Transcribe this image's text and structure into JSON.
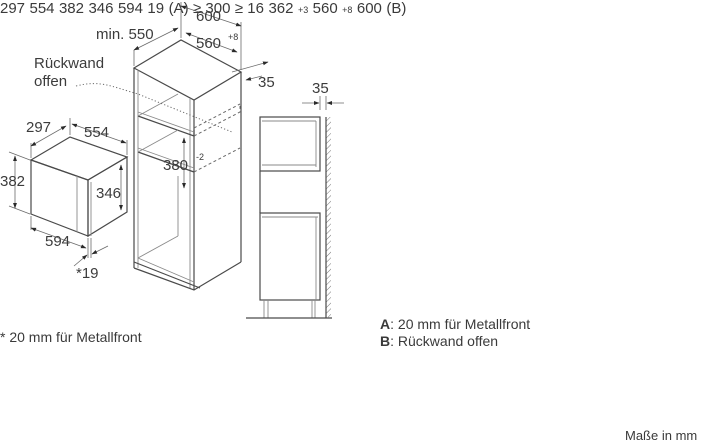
{
  "title": "Einbaumaße Mikrowelle",
  "left_diagram": {
    "cabinet_labels": {
      "top_width": "600",
      "min_depth": "min. 550",
      "niche_width": "560",
      "niche_width_tol": "+8",
      "back_gap": "35",
      "niche_height": "380",
      "niche_height_tol": "-2",
      "back_open_label_line1": "Rückwand",
      "back_open_label_line2": "offen"
    },
    "appliance_labels": {
      "depth": "297",
      "width_top": "554",
      "height": "382",
      "inner_height": "346",
      "front_width": "594",
      "front_thickness": "*19"
    },
    "side_view_labels": {
      "wall_gap": "35"
    },
    "footnote": "* 20 mm für Metallfront"
  },
  "right_diagram": {
    "appliance_labels": {
      "depth": "297",
      "width_top": "554",
      "height": "382",
      "inner_height": "346",
      "front_width": "594",
      "front_thickness": "19",
      "front_thickness_marker": "(A)"
    },
    "cabinet_labels": {
      "top_depth": "≥ 300",
      "side_gap": "≥ 16",
      "niche_height": "362",
      "niche_height_tol": "+3",
      "niche_width": "560",
      "niche_width_tol": "+8",
      "outer_width": "600",
      "back_marker": "(B)"
    },
    "legend": [
      {
        "key": "A",
        "text": ": 20 mm für Metallfront"
      },
      {
        "key": "B",
        "text": ": Rückwand offen"
      }
    ]
  },
  "units_note": "Maße in mm",
  "colors": {
    "line": "#4a4a4a",
    "text": "#3c3c3c",
    "background": "#ffffff"
  }
}
